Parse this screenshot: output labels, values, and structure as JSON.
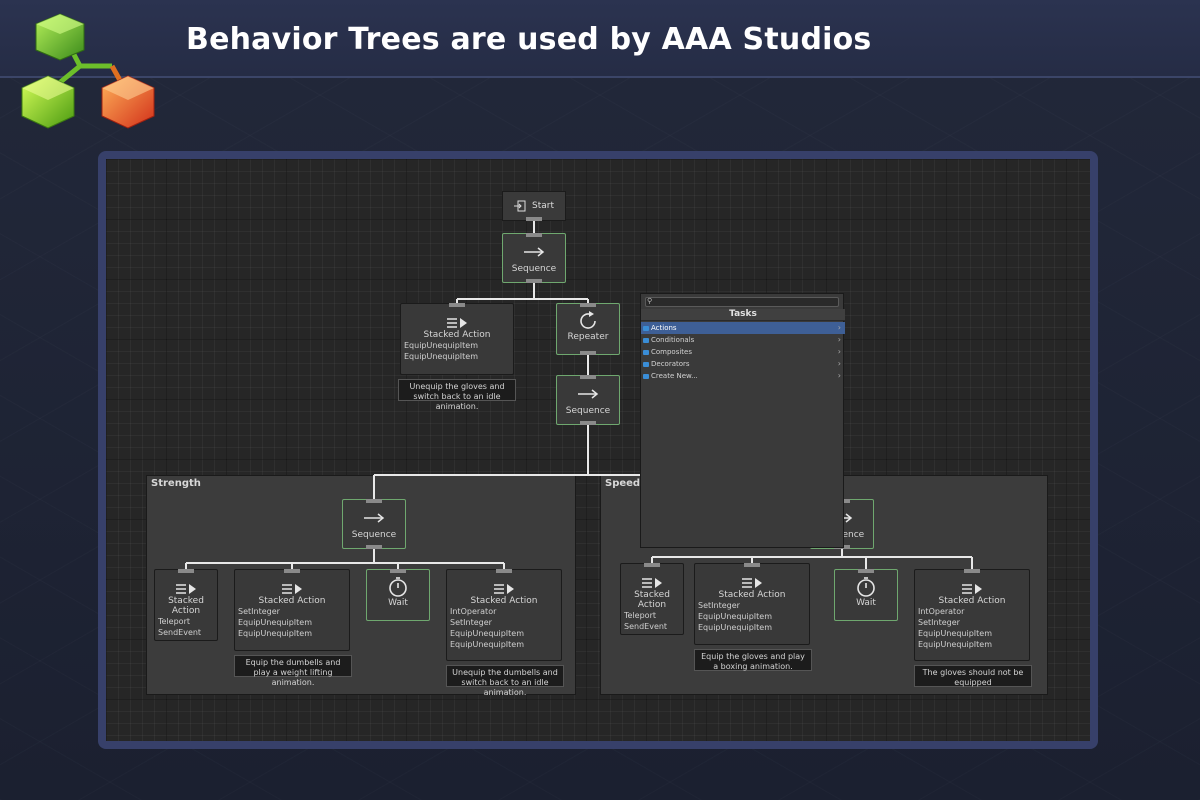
{
  "headline": "Behavior Trees are used by AAA Studios",
  "groups": {
    "strength": "Strength",
    "speed": "Speed"
  },
  "nodes": {
    "start": "Start",
    "root_sequence": "Sequence",
    "stacked_action_top": {
      "title": "Stacked Action",
      "items": [
        "EquipUnequipItem",
        "EquipUnequipItem"
      ]
    },
    "repeater": "Repeater",
    "mid_sequence": "Sequence",
    "strength_sequence": "Sequence",
    "speed_sequence": "Sequence",
    "s_stack1": {
      "title": "Stacked Action",
      "items": [
        "Teleport",
        "SendEvent"
      ]
    },
    "s_stack2": {
      "title": "Stacked Action",
      "items": [
        "SetInteger",
        "EquipUnequipItem",
        "EquipUnequipItem"
      ]
    },
    "s_wait": "Wait",
    "s_stack3": {
      "title": "Stacked Action",
      "items": [
        "IntOperator",
        "SetInteger",
        "EquipUnequipItem",
        "EquipUnequipItem"
      ]
    },
    "p_stack1": {
      "title": "Stacked Action",
      "items": [
        "Teleport",
        "SendEvent"
      ]
    },
    "p_stack2": {
      "title": "Stacked Action",
      "items": [
        "SetInteger",
        "EquipUnequipItem",
        "EquipUnequipItem"
      ]
    },
    "p_wait": "Wait",
    "p_stack3": {
      "title": "Stacked Action",
      "items": [
        "IntOperator",
        "SetInteger",
        "EquipUnequipItem",
        "EquipUnequipItem"
      ]
    }
  },
  "comments": {
    "top": "Unequip the gloves and switch back to an idle animation.",
    "s_dumbbells": "Equip the dumbells and play a weight lifting animation.",
    "s_unequip": "Unequip the dumbells and switch back to an idle animation.",
    "p_gloves": "Equip the gloves and play a boxing animation.",
    "p_not_equipped": "The gloves should not be equipped"
  },
  "tasks_panel": {
    "title": "Tasks",
    "search_value": "",
    "items": [
      {
        "label": "Actions",
        "selected": true
      },
      {
        "label": "Conditionals",
        "selected": false
      },
      {
        "label": "Composites",
        "selected": false
      },
      {
        "label": "Decorators",
        "selected": false
      },
      {
        "label": "Create New...",
        "selected": false
      }
    ]
  },
  "colors": {
    "accent_green": "#6fa86f",
    "selection_blue": "#3e5f96",
    "folder_blue": "#3a8dd6",
    "frame": "#37406a"
  },
  "icons": {
    "start": "enter-icon",
    "sequence": "arrow-right-icon",
    "stacked_action": "list-play-icon",
    "repeater": "repeat-icon",
    "wait": "stopwatch-icon",
    "folder": "folder-icon",
    "search": "search-icon"
  }
}
